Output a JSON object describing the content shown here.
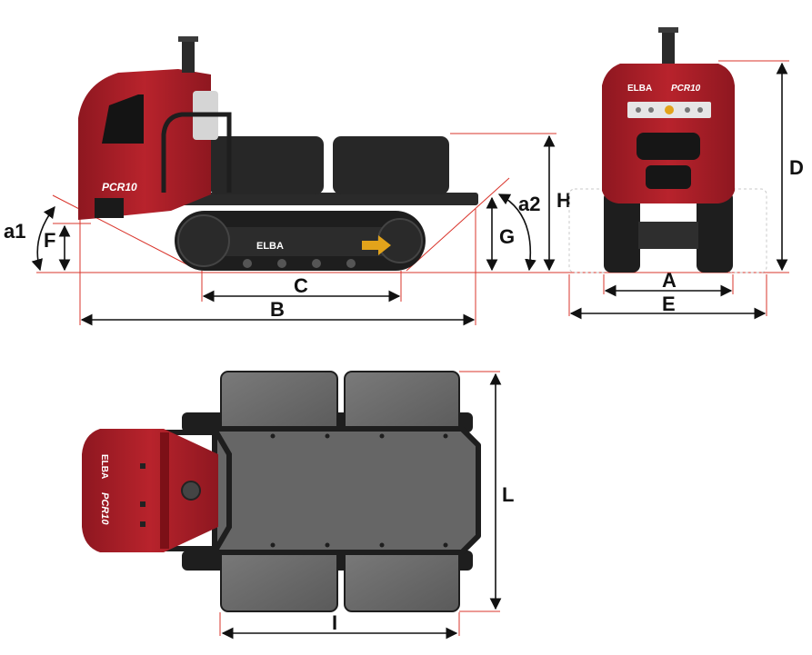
{
  "brand": "ELBA",
  "model": "PCR10",
  "dimensions": {
    "A": "A",
    "B": "B",
    "C": "C",
    "D": "D",
    "E": "E",
    "F": "F",
    "G": "G",
    "H": "H",
    "I": "I",
    "L": "L",
    "a1": "a1",
    "a2": "a2"
  },
  "colors": {
    "body_red": "#a61c25",
    "dark_red": "#7c1017",
    "track_black": "#1e1e1e",
    "panel_gray": "#6b6b6b",
    "dim_line": "#d9342b",
    "arrow_black": "#111111",
    "direction_arrow": "#e2a31b"
  }
}
